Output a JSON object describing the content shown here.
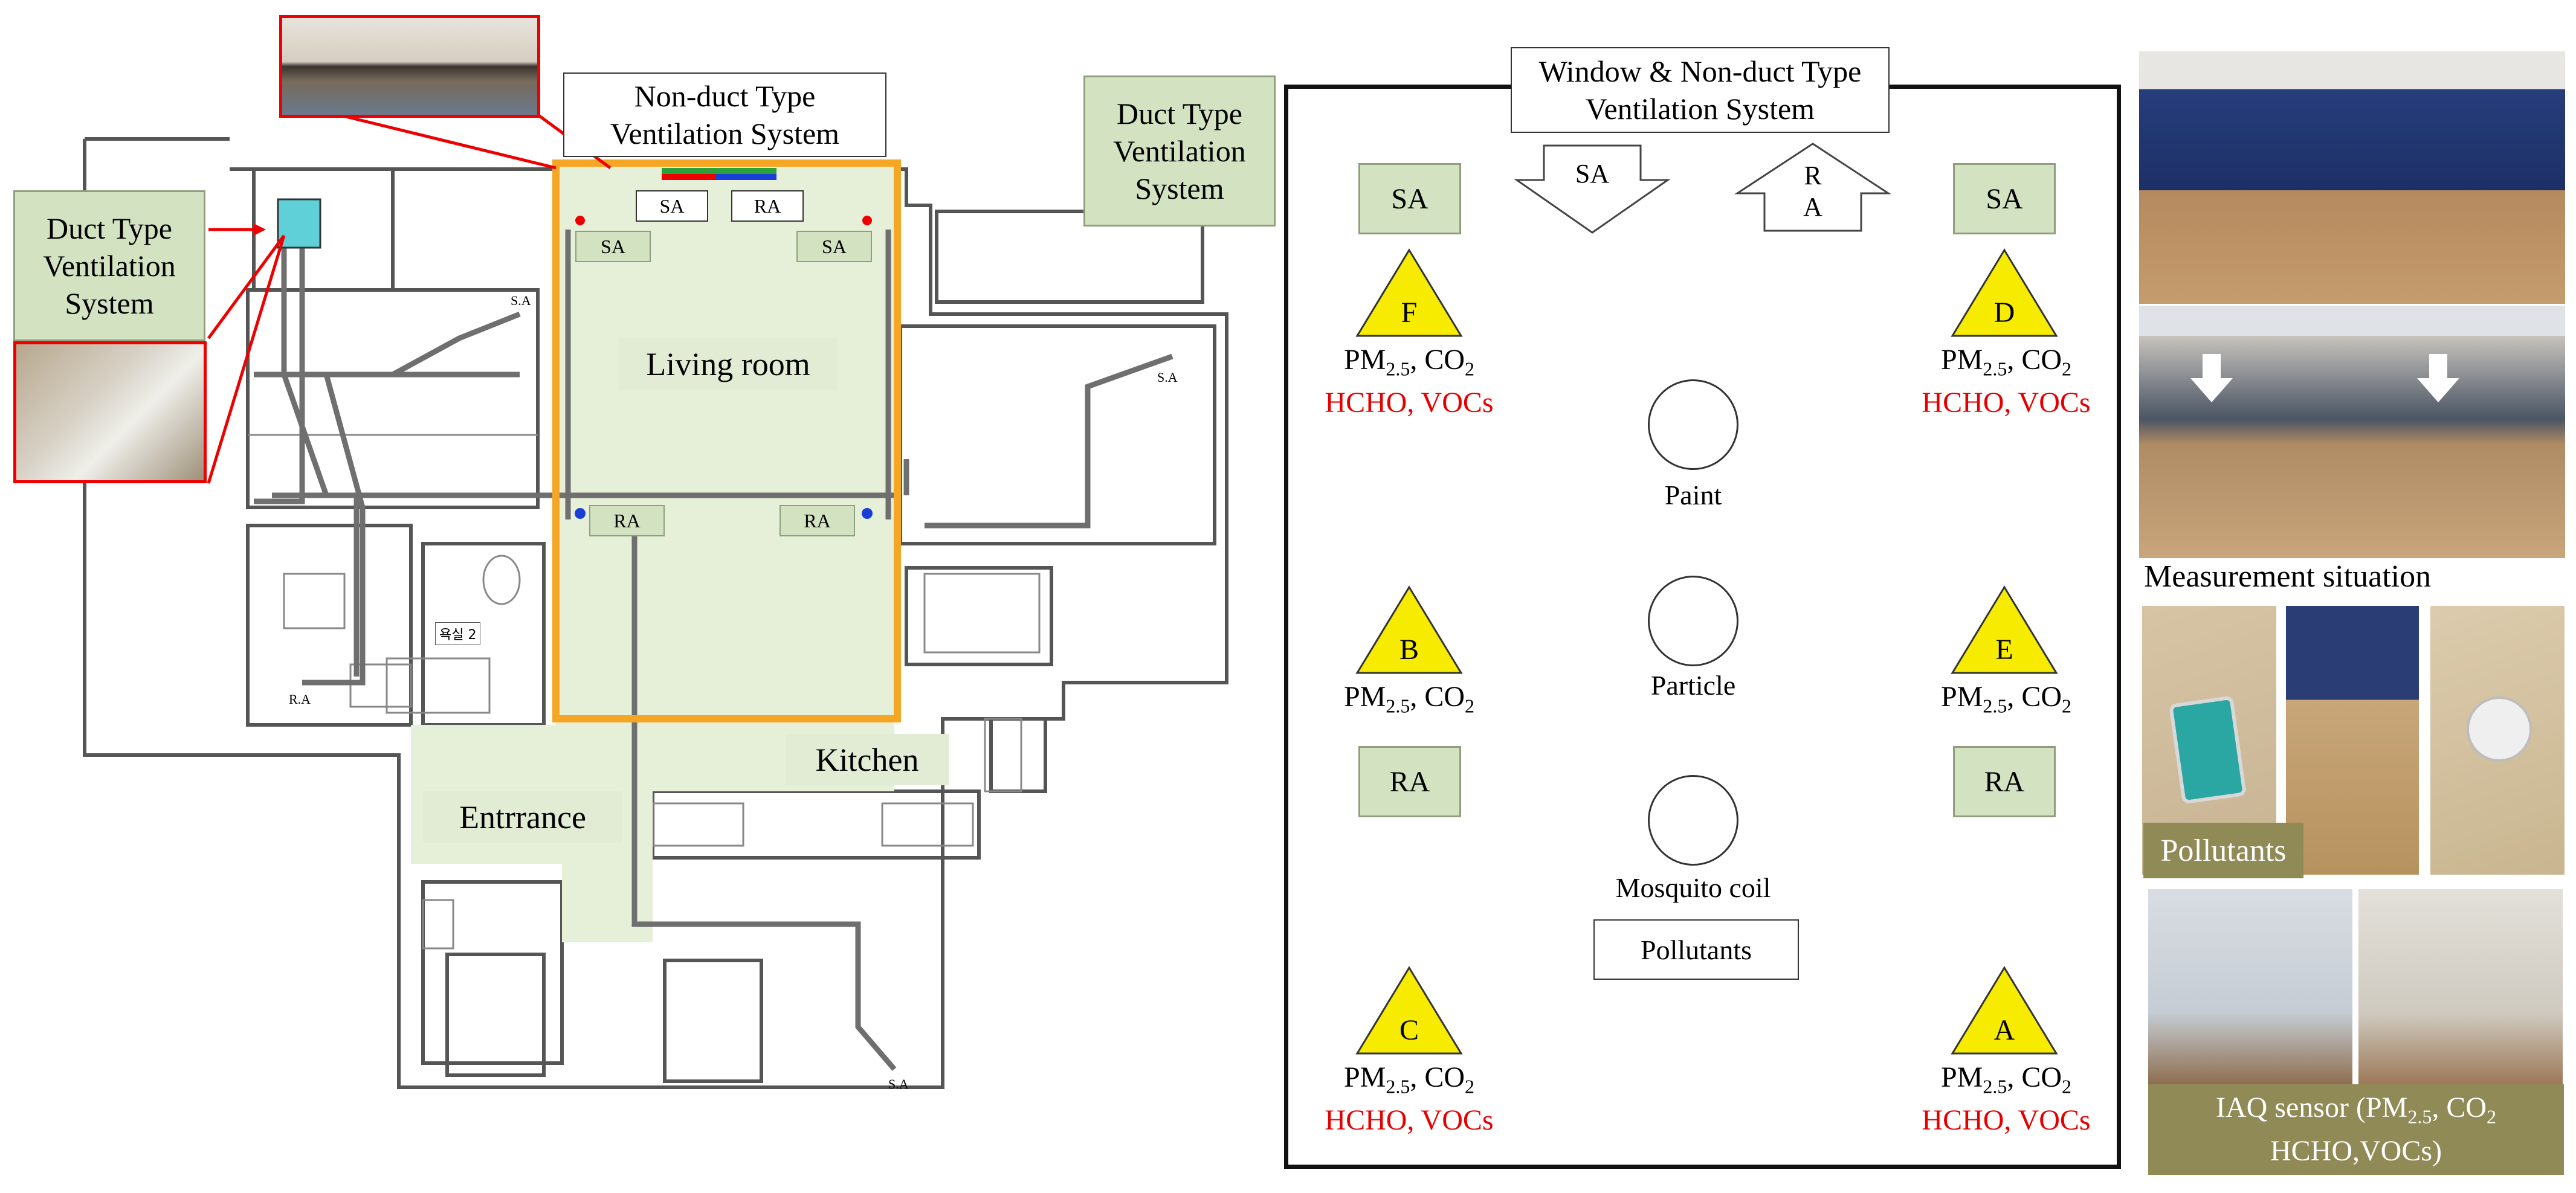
{
  "floorplan": {
    "non_duct_title": "Non-duct Type\nVentilation System",
    "duct_title_left": "Duct Type\nVentilation\nSystem",
    "duct_title_right": "Duct Type\nVentilation\nSystem",
    "living_room": "Living room",
    "kitchen": "Kitchen",
    "entrance": "Entrrance",
    "sa_top_left": "SA",
    "ra_top": "RA",
    "sa_inner_left": "SA",
    "sa_inner_right": "SA",
    "ra_left": "RA",
    "ra_right": "RA",
    "small_sa_1": "S.A",
    "small_sa_2": "S.A",
    "small_sa_3": "S.A",
    "small_ra": "R.A",
    "room_tag": "욕실 2"
  },
  "diagram": {
    "title": "Window & Non-duct Type\nVentilation System",
    "arrow_sa": "SA",
    "arrow_ra": "R\nA",
    "sa_left": "SA",
    "sa_right": "SA",
    "ra_left": "RA",
    "ra_right": "RA",
    "points": [
      {
        "id": "F",
        "line1_pre": "PM",
        "line1_sub": "2.5",
        "line1_post": ", CO",
        "line1_sub2": "2",
        "line2": "HCHO, VOCs"
      },
      {
        "id": "D",
        "line1_pre": "PM",
        "line1_sub": "2.5",
        "line1_post": ", CO",
        "line1_sub2": "2",
        "line2": "HCHO, VOCs"
      },
      {
        "id": "B",
        "line1_pre": "PM",
        "line1_sub": "2.5",
        "line1_post": ", CO",
        "line1_sub2": "2",
        "line2": ""
      },
      {
        "id": "E",
        "line1_pre": "PM",
        "line1_sub": "2.5",
        "line1_post": ", CO",
        "line1_sub2": "2",
        "line2": ""
      },
      {
        "id": "C",
        "line1_pre": "PM",
        "line1_sub": "2.5",
        "line1_post": ", CO",
        "line1_sub2": "2",
        "line2": "HCHO, VOCs"
      },
      {
        "id": "A",
        "line1_pre": "PM",
        "line1_sub": "2.5",
        "line1_post": ", CO",
        "line1_sub2": "2",
        "line2": "HCHO, VOCs"
      }
    ],
    "sources": [
      "Paint",
      "Particle",
      "Mosquito coil"
    ],
    "pollutants_box": "Pollutants"
  },
  "photos": {
    "measurement_caption": "Measurement situation",
    "pollutants_caption": "Pollutants",
    "iaq_caption_pre": "IAQ sensor (PM",
    "iaq_caption_sub": "2.5",
    "iaq_caption_mid": ", CO",
    "iaq_caption_sub2": "2",
    "iaq_caption_post": "HCHO,VOCs)"
  },
  "colors": {
    "accent_orange": "#f5a623",
    "triangle_yellow": "#f7ec00",
    "label_green": "#d3e2c1",
    "red_text": "#e60000",
    "caption_olive": "#8f8a56"
  }
}
